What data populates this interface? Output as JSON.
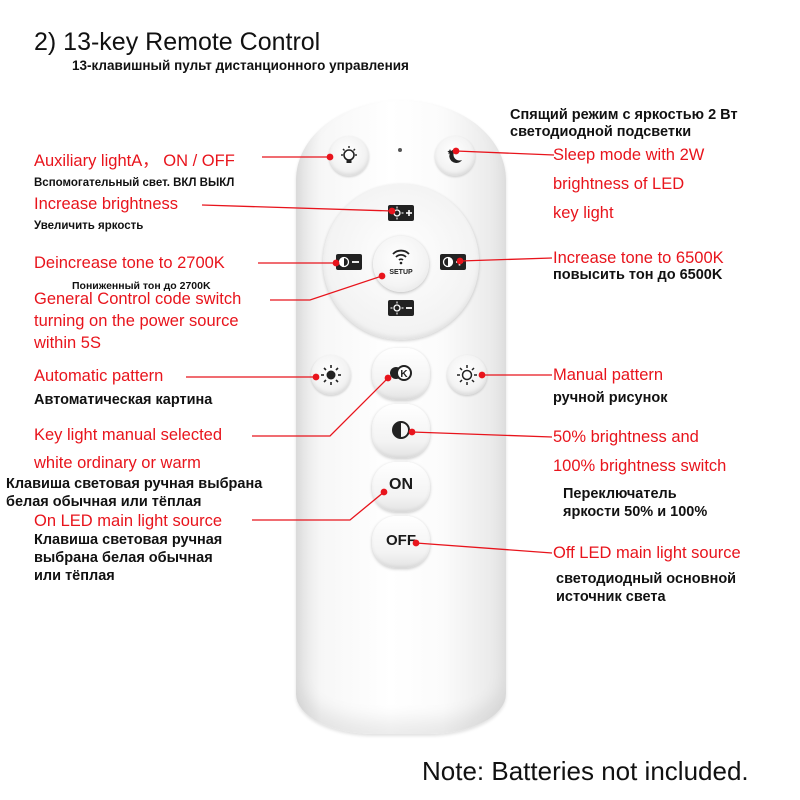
{
  "header": {
    "title": "2) 13-key Remote Control",
    "subtitle": "13-клавишный пульт дистанционного управления"
  },
  "labels": {
    "aux_en": "Auxiliary lightA， ON / OFF",
    "aux_ru": "Вспомогательный свет. ВКЛ ВЫКЛ",
    "inc_bright_en": "Increase brightness",
    "inc_bright_ru": "Увеличить яркость",
    "dec_tone_en": "Deincrease tone to 2700K",
    "dec_tone_ru": "Пониженный тон до 2700K",
    "code_line1": "General Control code switch",
    "code_line2": "turning on the power source",
    "code_line3": "within 5S",
    "auto_en": "Automatic pattern",
    "auto_ru": "Автоматическая картина",
    "keylight_line1": "Key light manual selected",
    "keylight_line2": "white ordinary or warm",
    "keylight_ru1": "Клавиша световая ручная выбрана",
    "keylight_ru2": "белая обычная или тёплая",
    "on_en": "On LED main light source",
    "on_ru1": "Клавиша световая ручная",
    "on_ru2": "выбрана белая обычная",
    "on_ru3": "или тёплая",
    "sleep_ru1": "Спящий режим с яркостью 2 Вт",
    "sleep_ru2": "светодиодной подсветки",
    "sleep_en1": "Sleep mode with 2W",
    "sleep_en2": "brightness of LED",
    "sleep_en3": "key light",
    "inc_tone_en": "Increase tone to 6500K",
    "inc_tone_ru": "повысить тон до 6500K",
    "manual_en": "Manual pattern",
    "manual_ru": "ручной рисунок",
    "half_line1": "50% brightness and",
    "half_line2": "100% brightness switch",
    "half_ru1": "Переключатель",
    "half_ru2": "яркости 50% и 100%",
    "off_en": "Off LED main light source",
    "off_ru1": "светодиодный основной",
    "off_ru2": "источник света"
  },
  "remote": {
    "setup_label": "SETUP",
    "on_label": "ON",
    "off_label": "OFF",
    "k_label": "K",
    "colors": {
      "callout": "#e8141c",
      "leader": "#e8141c"
    },
    "icons": [
      "bulb-icon",
      "moon-icon",
      "brightness-up-icon",
      "brightness-down-icon",
      "tone-warm-icon",
      "tone-cool-icon",
      "wifi-icon",
      "sun-filled-icon",
      "sun-outline-icon",
      "k-icon",
      "half-circle-icon"
    ]
  },
  "footer": {
    "note": "Note: Batteries not included."
  }
}
